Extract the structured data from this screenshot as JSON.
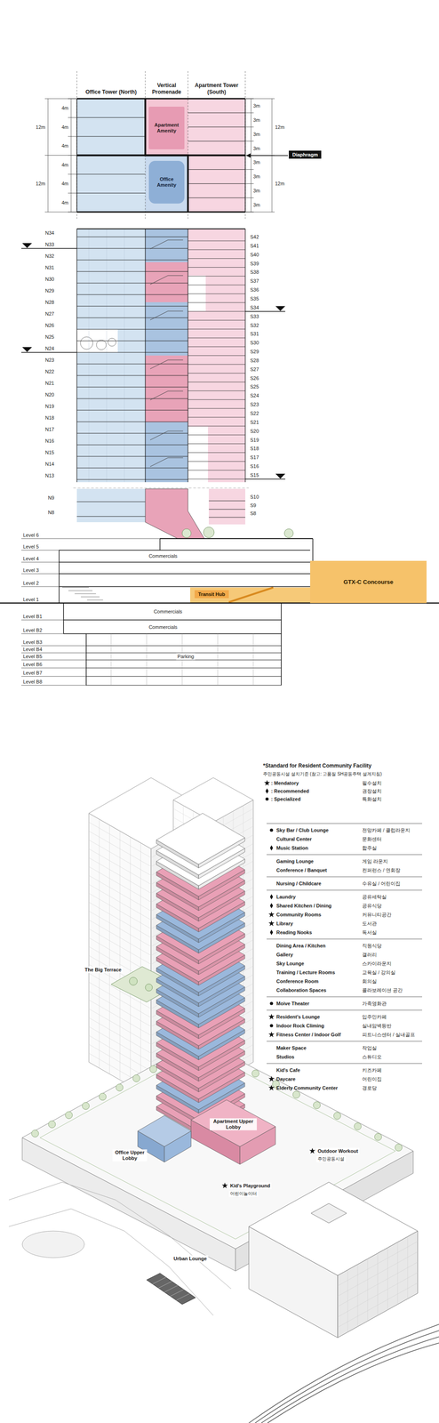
{
  "diagram": {
    "nodes": [
      {
        "text": [
          "Office Tower (North)"
        ]
      },
      {
        "text": [
          "Vertical Promenade"
        ]
      },
      {
        "text": [
          "Apartment Amenity"
        ],
        "in": 1
      },
      {
        "text": [
          "Office Amenity"
        ],
        "in": 1
      },
      {
        "text": [
          "Apartment Tower (South)"
        ]
      },
      {
        "text": [
          "Diaphragm"
        ]
      },
      {
        "text": [
          "Transit Hub"
        ]
      },
      {
        "text": [
          "GTX-C Concourse"
        ]
      }
    ],
    "labels": [
      "4m",
      "4m",
      "4m",
      "4m",
      "4m",
      "4m",
      "12m",
      "12m",
      "3m",
      "3m",
      "3m",
      "3m",
      "3m",
      "3m",
      "3m",
      "3m",
      "12m",
      "12m",
      "N34",
      "N33",
      "N32",
      "N31",
      "N30",
      "N29",
      "N28",
      "N27",
      "N26",
      "N25",
      "N24",
      "N23",
      "N22",
      "N21",
      "N20",
      "N19",
      "N18",
      "N17",
      "N16",
      "N15",
      "N14",
      "N13",
      "S42",
      "S41",
      "S40",
      "S39",
      "S38",
      "S37",
      "S36",
      "S35",
      "S34",
      "S33",
      "S32",
      "S31",
      "S30",
      "S29",
      "S28",
      "S27",
      "S26",
      "S25",
      "S24",
      "S23",
      "S22",
      "S21",
      "S20",
      "S19",
      "S18",
      "S17",
      "S16",
      "S15",
      "N9",
      "N8",
      "S10",
      "S9",
      "S8",
      "Level 6",
      "Level 5",
      "Level 4",
      "Level 3",
      "Level 2",
      "Level 1",
      "Level B1",
      "Level B2",
      "Level B3",
      "Level B4",
      "Level B5",
      "Level B6",
      "Level B7",
      "Level B8",
      "Commercials",
      "Commercials",
      "Commercials",
      "Parking",
      "*Standard for Resident Community Facility",
      "주민공동시설 설치기준 (참고: 고품질 SH공동주택 설계지침)",
      "필수설치",
      "권장설치",
      "특화설치",
      "Sky Bar / Club Lounge",
      "전망카페 / 클럽라운지",
      "Cultural Center",
      "문화센터",
      "Music Station",
      "합주실",
      "Gaming Lounge",
      "게임 라운지",
      "Conference / Banquet",
      "컨퍼런스 / 연회장",
      "Nursing / Childcare",
      "수유실 / 어린이집",
      "Laundry",
      "공유세탁실",
      "Shared Kitchen / Dining",
      "공유식당",
      "Community Rooms",
      "커뮤니티공간",
      "Library",
      "도서관",
      "Reading Nooks",
      "독서실",
      "Dining Area / Kitchen",
      "직원식당",
      "Gallery",
      "갤러리",
      "Sky Lounge",
      "스카이라운지",
      "Training / Lecture Rooms",
      "교육실 / 강의실",
      "Conference Room",
      "회의실",
      "Collaboration Spaces",
      "콜라보레이션 공간",
      "Moive Theater",
      "가족영화관",
      "Resident's Lounge",
      "입주민카페",
      "Indoor Rock Climing",
      "실내암벽등반",
      "Fitness Center / Indoor Golf",
      "피트니스센터 / 실내골프",
      "Maker Space",
      "작업실",
      "Studios",
      "스튜디오",
      "Kid's Cafe",
      "키즈카페",
      "Daycare",
      "어린이집",
      "Elderly Community Center",
      "경로당",
      "The Big Terrace",
      "Office Upper Lobby",
      "Apartment Upper Lobby",
      "Outdoor Workout",
      "주민공동시설",
      "Kid's Playground",
      "어린이놀이터",
      "Urban Lounge"
    ],
    "legend": [
      {
        "text": ": Mendatory"
      },
      {
        "text": ": Recommended"
      },
      {
        "text": ": Specialized"
      }
    ]
  }
}
